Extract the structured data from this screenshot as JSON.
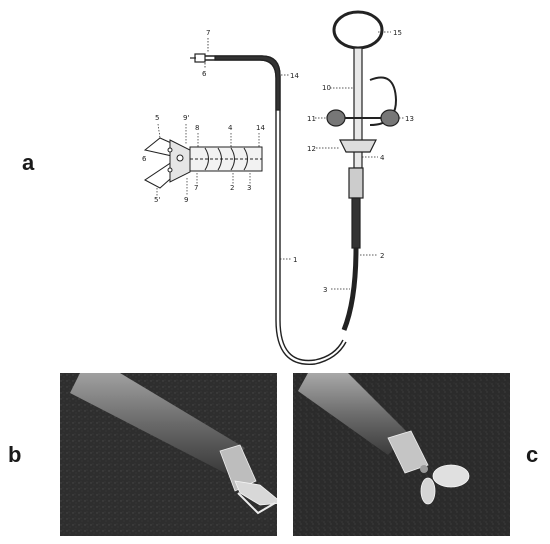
{
  "panels": {
    "a": {
      "label": "a"
    },
    "b": {
      "label": "b"
    },
    "c": {
      "label": "c"
    }
  },
  "drawing": {
    "tip_callouts": {
      "top7": "7",
      "top6": "6",
      "l14": "14"
    },
    "detail_callouts": {
      "n5": "5",
      "n5p": "5'",
      "n6": "6",
      "n9p": "9'",
      "n8": "8",
      "n4": "4",
      "n14": "14",
      "n7": "7",
      "n9": "9",
      "n2": "2",
      "n3": "3"
    },
    "handle_callouts": {
      "n15": "15",
      "n10": "10",
      "n11": "11",
      "n13": "13",
      "n12": "12",
      "n4": "4",
      "n2": "2",
      "n3": "3",
      "n1": "1"
    }
  },
  "colors": {
    "photo_background": "#2b2b2b",
    "line": "#222222"
  }
}
